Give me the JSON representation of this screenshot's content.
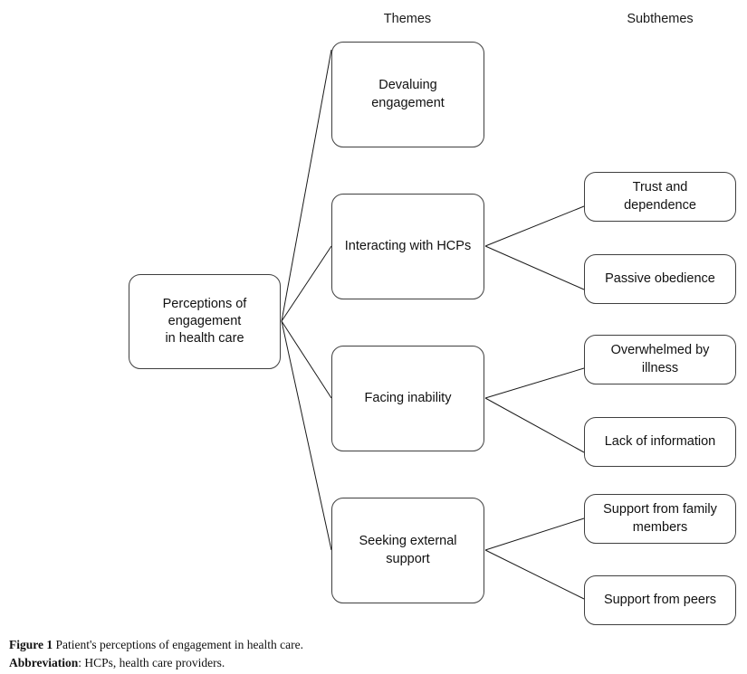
{
  "figure": {
    "headers": {
      "themes": "Themes",
      "subthemes": "Subthemes"
    },
    "root": {
      "label": "Perceptions of\nengagement\nin health care"
    },
    "themes": [
      {
        "label": "Devaluing\nengagement",
        "subthemes": []
      },
      {
        "label": "Interacting with HCPs",
        "subthemes": [
          {
            "label": "Trust and\ndependence"
          },
          {
            "label": "Passive obedience"
          }
        ]
      },
      {
        "label": "Facing inability",
        "subthemes": [
          {
            "label": "Overwhelmed by\nillness"
          },
          {
            "label": "Lack of information"
          }
        ]
      },
      {
        "label": "Seeking external\nsupport",
        "subthemes": [
          {
            "label": "Support from family\nmembers"
          },
          {
            "label": "Support from peers"
          }
        ]
      }
    ],
    "caption": {
      "figure_label": "Figure 1",
      "figure_text": " Patient's perceptions of engagement in health care.",
      "abbreviation_label": "Abbreviation",
      "abbreviation_text": ": HCPs, health care providers."
    },
    "colors": {
      "border": "#3f3f3f",
      "connector": "#1a1a1a",
      "text": "#111111",
      "background": "#ffffff"
    }
  },
  "chart_data": {
    "type": "diagram",
    "diagram_kind": "hierarchical-tree",
    "title": "Patient's perceptions of engagement in health care",
    "columns": [
      "Themes",
      "Subthemes"
    ],
    "root": "Perceptions of engagement in health care",
    "nodes": [
      {
        "id": "root",
        "level": 0,
        "label": "Perceptions of engagement in health care"
      },
      {
        "id": "t0",
        "level": 1,
        "label": "Devaluing engagement",
        "parent": "root"
      },
      {
        "id": "t1",
        "level": 1,
        "label": "Interacting with HCPs",
        "parent": "root"
      },
      {
        "id": "t2",
        "level": 1,
        "label": "Facing inability",
        "parent": "root"
      },
      {
        "id": "t3",
        "level": 1,
        "label": "Seeking external support",
        "parent": "root"
      },
      {
        "id": "s1a",
        "level": 2,
        "label": "Trust and dependence",
        "parent": "t1"
      },
      {
        "id": "s1b",
        "level": 2,
        "label": "Passive obedience",
        "parent": "t1"
      },
      {
        "id": "s2a",
        "level": 2,
        "label": "Overwhelmed by illness",
        "parent": "t2"
      },
      {
        "id": "s2b",
        "level": 2,
        "label": "Lack of information",
        "parent": "t2"
      },
      {
        "id": "s3a",
        "level": 2,
        "label": "Support from family members",
        "parent": "t3"
      },
      {
        "id": "s3b",
        "level": 2,
        "label": "Support from peers",
        "parent": "t3"
      }
    ],
    "edges": [
      [
        "root",
        "t0"
      ],
      [
        "root",
        "t1"
      ],
      [
        "root",
        "t2"
      ],
      [
        "root",
        "t3"
      ],
      [
        "t1",
        "s1a"
      ],
      [
        "t1",
        "s1b"
      ],
      [
        "t2",
        "s2a"
      ],
      [
        "t2",
        "s2b"
      ],
      [
        "t3",
        "s3a"
      ],
      [
        "t3",
        "s3b"
      ]
    ]
  }
}
